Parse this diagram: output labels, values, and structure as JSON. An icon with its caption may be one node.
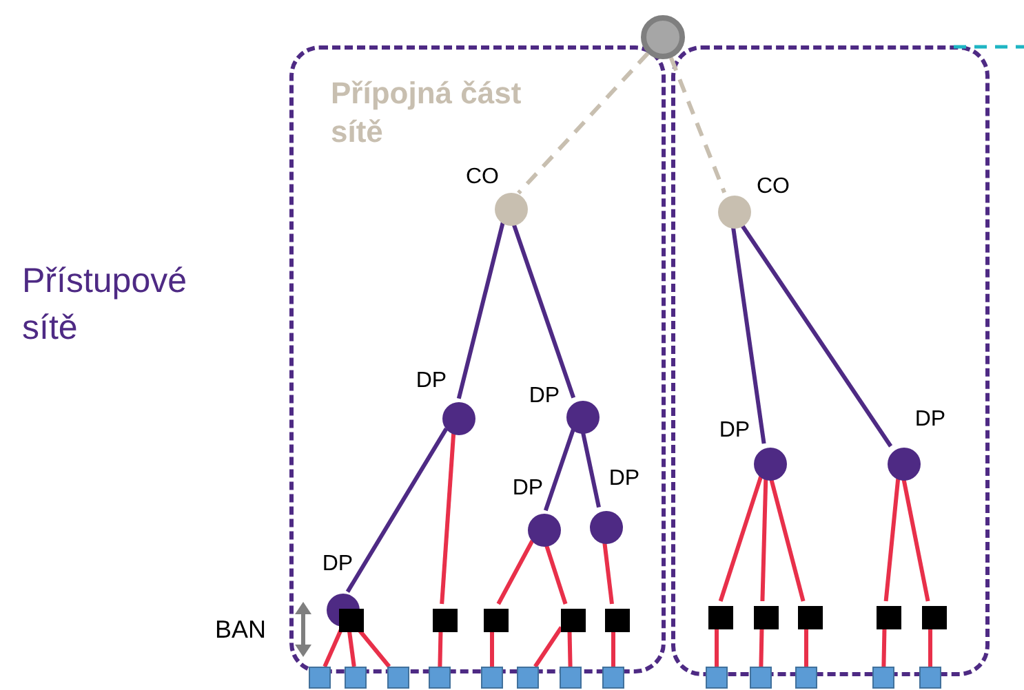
{
  "diagram": {
    "nodes": [
      {
        "text": [
          "Přípojná část sítě"
        ]
      },
      {
        "text": [],
        "shape": "box"
      },
      {
        "text": [],
        "shape": "circle"
      },
      {
        "text": [
          "CO"
        ],
        "in": 0
      },
      {
        "text": [
          "CO"
        ],
        "in": 1
      },
      {
        "text": [
          "DP"
        ],
        "in": 0
      },
      {
        "text": [
          "DP"
        ],
        "in": 0
      },
      {
        "text": [
          "DP"
        ],
        "in": 0
      },
      {
        "text": [
          "DP"
        ],
        "in": 0
      },
      {
        "text": [
          "DP"
        ],
        "in": 0
      },
      {
        "text": [
          "DP"
        ],
        "in": 1
      },
      {
        "text": [
          "DP"
        ],
        "in": 1
      },
      {
        "text": [],
        "shape": "box",
        "in": 0
      },
      {
        "text": [],
        "shape": "box",
        "in": 0
      },
      {
        "text": [],
        "shape": "box",
        "in": 0
      },
      {
        "text": [],
        "shape": "box",
        "in": 0
      },
      {
        "text": [],
        "shape": "box",
        "in": 0
      },
      {
        "text": [],
        "shape": "box",
        "in": 1
      },
      {
        "text": [],
        "shape": "box",
        "in": 1
      },
      {
        "text": [],
        "shape": "box",
        "in": 1
      },
      {
        "text": [],
        "shape": "box",
        "in": 1
      },
      {
        "text": [],
        "shape": "box",
        "in": 1
      },
      {
        "text": [],
        "shape": "box"
      },
      {
        "text": [],
        "shape": "box"
      },
      {
        "text": [],
        "shape": "box"
      },
      {
        "text": [],
        "shape": "box"
      },
      {
        "text": [],
        "shape": "box"
      },
      {
        "text": [],
        "shape": "box"
      },
      {
        "text": [],
        "shape": "box"
      },
      {
        "text": [],
        "shape": "box"
      },
      {
        "text": [],
        "shape": "box"
      },
      {
        "text": [],
        "shape": "box"
      },
      {
        "text": [],
        "shape": "box"
      },
      {
        "text": [],
        "shape": "box"
      },
      {
        "text": [],
        "shape": "box"
      }
    ],
    "edges": [
      {
        "from": 2,
        "to": 3,
        "arrow": "none",
        "style": "dashed",
        "color": "#c8bfb0"
      },
      {
        "from": 2,
        "to": 4,
        "arrow": "none",
        "style": "dashed",
        "color": "#c8bfb0"
      },
      {
        "from": 3,
        "to": 5,
        "arrow": "none",
        "color": "#4e2a84"
      },
      {
        "from": 3,
        "to": 6,
        "arrow": "none",
        "color": "#4e2a84"
      },
      {
        "from": 4,
        "to": 10,
        "arrow": "none",
        "color": "#4e2a84"
      },
      {
        "from": 4,
        "to": 11,
        "arrow": "none",
        "color": "#4e2a84"
      },
      {
        "from": 5,
        "to": 9,
        "arrow": "none",
        "color": "#4e2a84"
      },
      {
        "from": 6,
        "to": 7,
        "arrow": "none",
        "color": "#4e2a84"
      },
      {
        "from": 6,
        "to": 8,
        "arrow": "none",
        "color": "#4e2a84"
      },
      {
        "from": 5,
        "to": 13,
        "arrow": "none"
      },
      {
        "from": 7,
        "to": 14,
        "arrow": "none"
      },
      {
        "from": 7,
        "to": 15,
        "arrow": "none"
      },
      {
        "from": 8,
        "to": 16,
        "arrow": "none"
      },
      {
        "from": 12,
        "to": 22,
        "arrow": "none"
      },
      {
        "from": 12,
        "to": 23,
        "arrow": "none"
      },
      {
        "from": 12,
        "to": 24,
        "arrow": "none"
      },
      {
        "from": 13,
        "to": 25,
        "arrow": "none"
      },
      {
        "from": 14,
        "to": 26,
        "arrow": "none"
      },
      {
        "from": 15,
        "to": 27,
        "arrow": "none"
      },
      {
        "from": 15,
        "to": 28,
        "arrow": "none"
      },
      {
        "from": 16,
        "to": 29,
        "arrow": "none"
      },
      {
        "from": 10,
        "to": 17,
        "arrow": "none"
      },
      {
        "from": 10,
        "to": 18,
        "arrow": "none"
      },
      {
        "from": 10,
        "to": 19,
        "arrow": "none"
      },
      {
        "from": 11,
        "to": 20,
        "arrow": "none"
      },
      {
        "from": 11,
        "to": 21,
        "arrow": "none"
      },
      {
        "from": 17,
        "to": 30,
        "arrow": "none"
      },
      {
        "from": 18,
        "to": 31,
        "arrow": "none"
      },
      {
        "from": 19,
        "to": 32,
        "arrow": "none"
      },
      {
        "from": 20,
        "to": 33,
        "arrow": "none"
      },
      {
        "from": 21,
        "to": 34,
        "arrow": "none"
      }
    ],
    "labels": [
      "Přístupové sítě",
      "BAN"
    ]
  }
}
